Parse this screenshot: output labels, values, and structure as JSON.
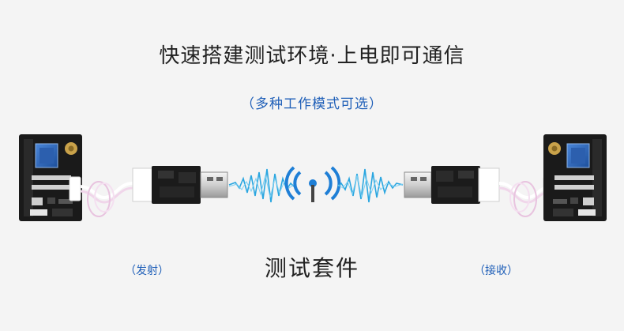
{
  "header": {
    "title": "快速搭建测试环境·上电即可通信",
    "subtitle": "（多种工作模式可选）"
  },
  "labels": {
    "transmit": "（发射）",
    "receive": "（接收）",
    "kit": "测试套件"
  },
  "icons": {
    "left_board": "rf-module-board-icon",
    "left_usb": "usb-adapter-icon",
    "signal": "wireless-signal-icon",
    "right_usb": "usb-adapter-icon",
    "right_board": "rf-module-board-icon"
  },
  "colors": {
    "accent": "#1f5fb8",
    "wave": "#2aa6e0"
  }
}
